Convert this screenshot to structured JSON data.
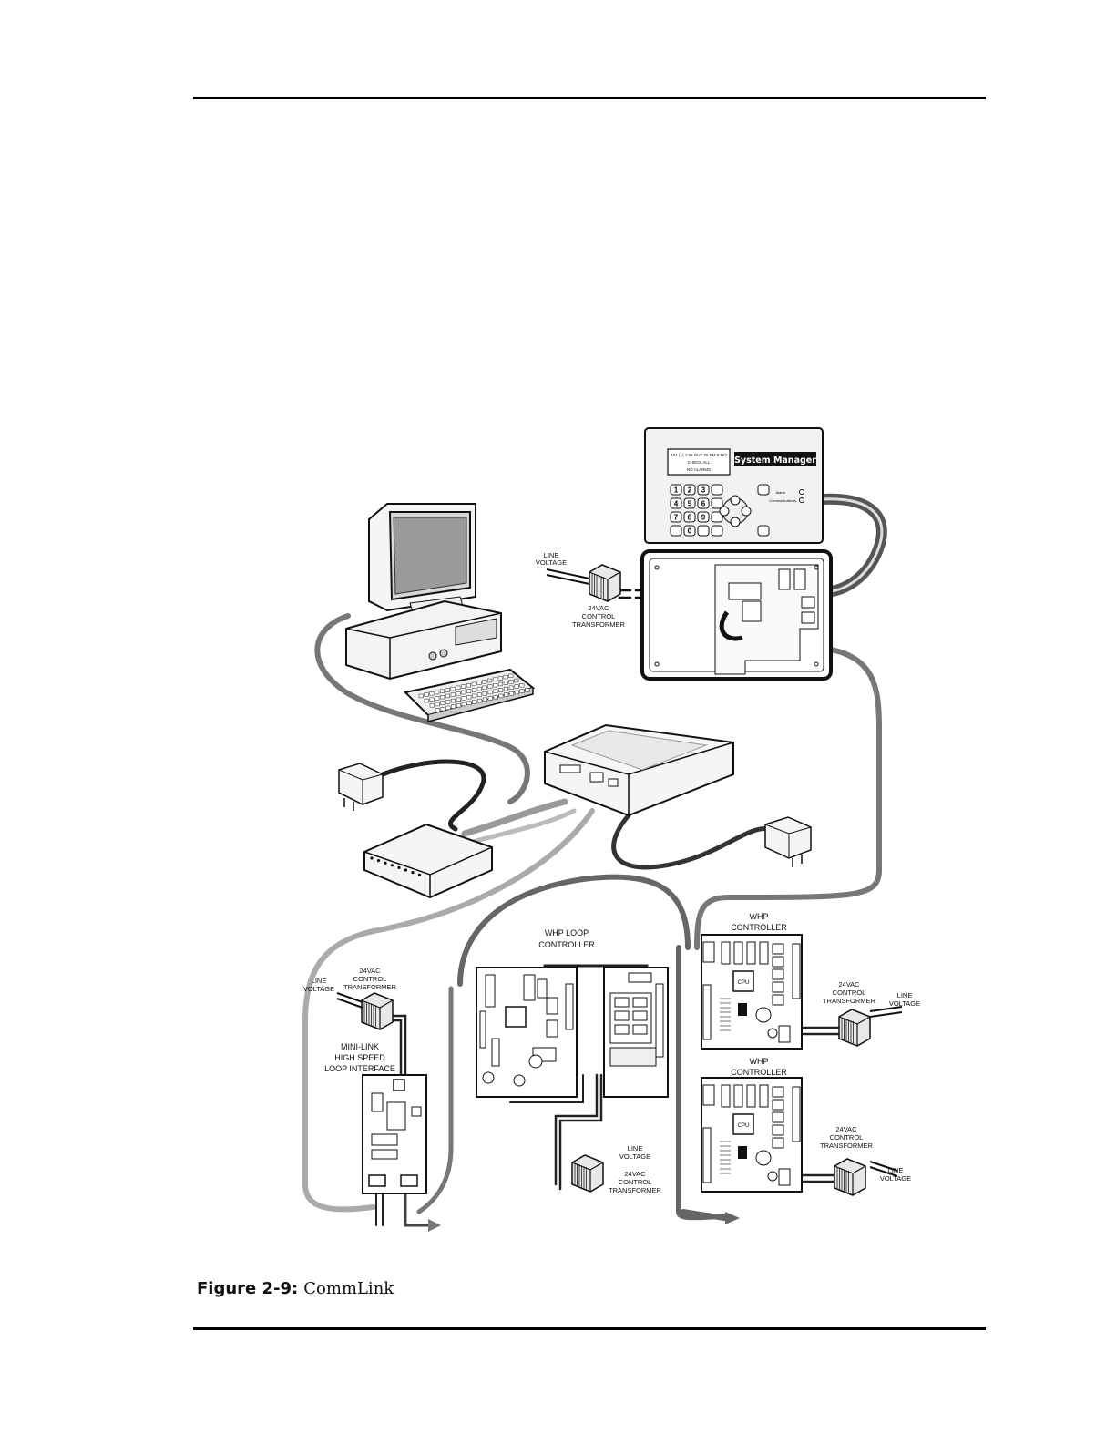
{
  "figure": {
    "number_label": "Figure 2-9:",
    "title": "CommLink"
  },
  "system_manager": {
    "brand": "System Manager",
    "display_lines": [
      "101 (1) 1:56  OUT 76  PM  9 MO",
      "CHECK ALL",
      "NO ALARMS"
    ],
    "keys": [
      "1",
      "2",
      "3",
      "4",
      "5",
      "6",
      "7",
      "8",
      "9",
      "0"
    ],
    "led_labels": [
      "Alarm",
      "Communications"
    ]
  },
  "labels": {
    "line_voltage": "LINE VOLTAGE",
    "transformer": "24VAC CONTROL TRANSFORMER",
    "whp_loop_controller": "WHP LOOP CONTROLLER",
    "whp_controller": "WHP CONTROLLER",
    "minilink": "MINI-LINK HIGH SPEED LOOP INTERFACE",
    "cpu": "CPU"
  }
}
